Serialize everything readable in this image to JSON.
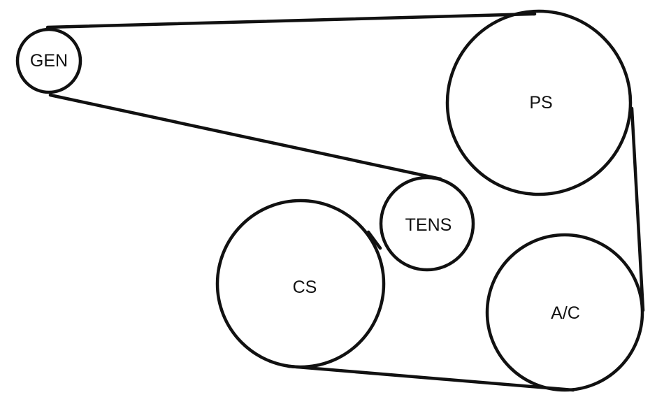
{
  "diagram": {
    "pulleys": [
      {
        "id": "gen",
        "label": "GEN"
      },
      {
        "id": "ps",
        "label": "PS"
      },
      {
        "id": "tens",
        "label": "TENS"
      },
      {
        "id": "cs",
        "label": "CS"
      },
      {
        "id": "ac",
        "label": "A/C"
      }
    ]
  }
}
